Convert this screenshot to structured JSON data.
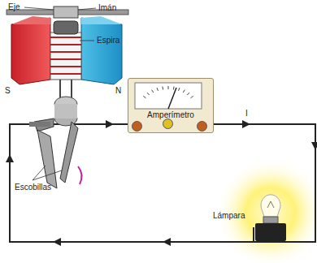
{
  "diagram": {
    "nodes": [
      {
        "text": [
          "Amperímetro"
        ]
      }
    ],
    "labels": [
      "Eje",
      "Imán",
      "Espira",
      "S",
      "N",
      "I",
      "Escobillas",
      "Lámpara"
    ]
  }
}
